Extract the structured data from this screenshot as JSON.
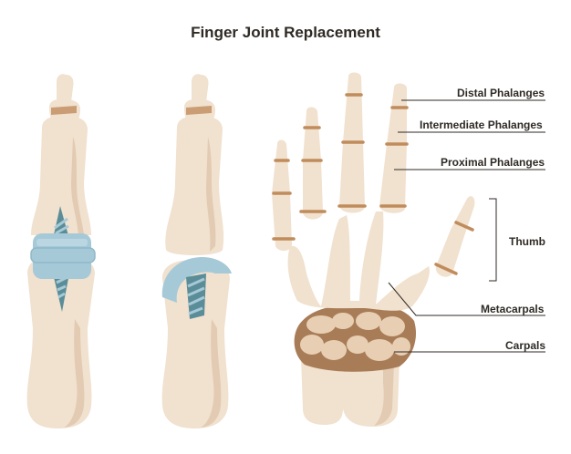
{
  "title": "Finger Joint Replacement",
  "labels": {
    "distal": "Distal Phalanges",
    "intermediate": "Intermediate Phalanges",
    "proximal": "Proximal Phalanges",
    "thumb": "Thumb",
    "metacarpals": "Metacarpals",
    "carpals": "Carpals"
  },
  "colors": {
    "bone": "#f1e1cf",
    "bone_shadow": "#e2cbb2",
    "joint": "#c08c5c",
    "carpal_bg": "#a87c57",
    "implant": "#a6c9d8",
    "implant_dark": "#5b8d98",
    "line": "#2f2a25"
  }
}
